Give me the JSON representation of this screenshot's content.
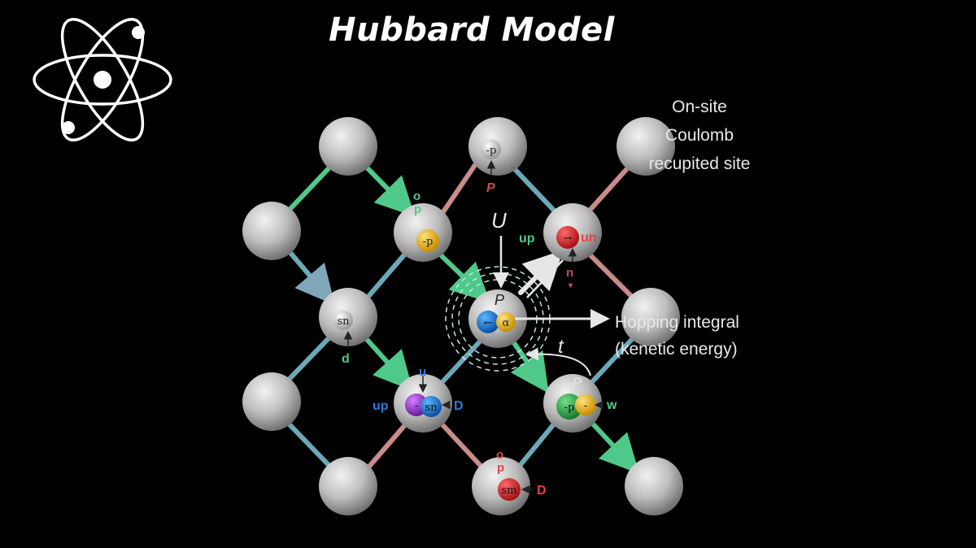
{
  "title": "Hubbard Model",
  "labels": {
    "onsite_line1": "On-site",
    "onsite_line2": "Coulomb",
    "onsite_line3": "recupited site",
    "hopping_line1": "Hopping integral",
    "hopping_line2": "(kenetic energy)",
    "U": "U",
    "t": "t"
  },
  "particles": {
    "top_white": "-p",
    "center_yellow_left": "-p",
    "left_white": "sn",
    "center_blue": "←",
    "center_yellow": "α",
    "purple_bottom": "-",
    "blue_bottom": "sn",
    "green_right": "-p",
    "yellow_right": "-",
    "red_bottom": "sm",
    "red_top": "→"
  },
  "small_labels": {
    "top_P": "P",
    "o_top": "o",
    "p_top": "p",
    "up_right": "up",
    "un_right": "un",
    "n_right": "n",
    "center_P": "P",
    "d_left": "d",
    "u_bottom": "u",
    "up_bottom": "up",
    "D_bottom": "D",
    "P_right": "P",
    "w_right": "w",
    "o_bottom": "o",
    "p_bottom": "p",
    "D_red": "D"
  },
  "colors": {
    "background": "#000000",
    "green_bond": "#4fc98a",
    "teal_bond": "#6aa9b8",
    "pink_bond": "#c98b8b",
    "sphere": "#c8c8c8"
  }
}
